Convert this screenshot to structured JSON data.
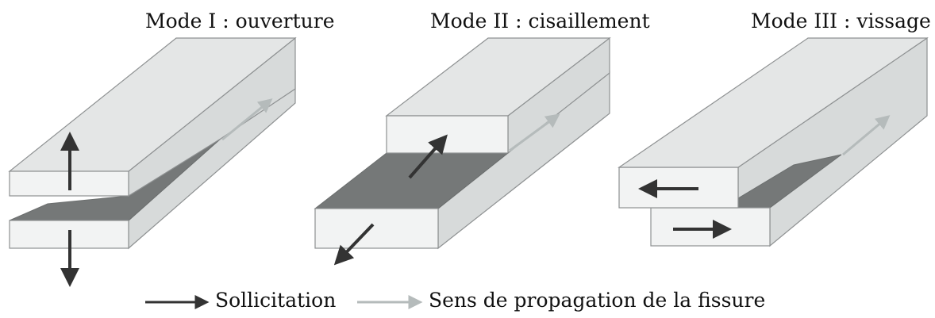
{
  "titles": {
    "mode1": "Mode I : ouverture",
    "mode2": "Mode II : cisaillement",
    "mode3": "Mode III : vissage"
  },
  "legend": {
    "load_label": "Sollicitation",
    "propagation_label": "Sens de propagation de la fissure"
  },
  "colors": {
    "load_arrow": "#333333",
    "propagation_arrow": "#b5bbbb",
    "crack_face": "#757878"
  }
}
